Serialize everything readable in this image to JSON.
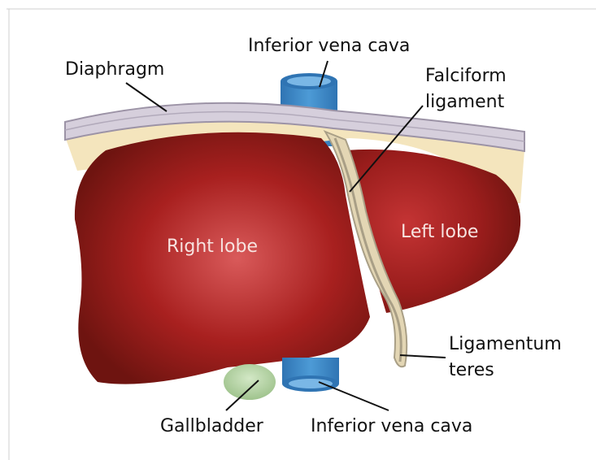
{
  "labels": {
    "ivc_top": "Inferior vena cava",
    "diaphragm": "Diaphragm",
    "falciform_1": "Falciform",
    "falciform_2": "ligament",
    "right_lobe": "Right lobe",
    "left_lobe": "Left lobe",
    "lig_teres_1": "Ligamentum",
    "lig_teres_2": "teres",
    "gallbladder": "Gallbladder",
    "ivc_bottom": "Inferior vena cava"
  },
  "colors": {
    "liver_center": "#d44b4b",
    "liver_mid": "#a8201f",
    "liver_edge": "#6e1410",
    "diaphragm_fill": "#d6cfdc",
    "diaphragm_stroke": "#9c93a6",
    "fat": "#f4e5bd",
    "ligament_fill": "#e3d6b4",
    "ligament_stroke": "#a99f86",
    "vessel": "#3b86c4",
    "vessel_light": "#7ab7e6",
    "gallbladder": "#b6d3a7",
    "leader": "#111111"
  }
}
